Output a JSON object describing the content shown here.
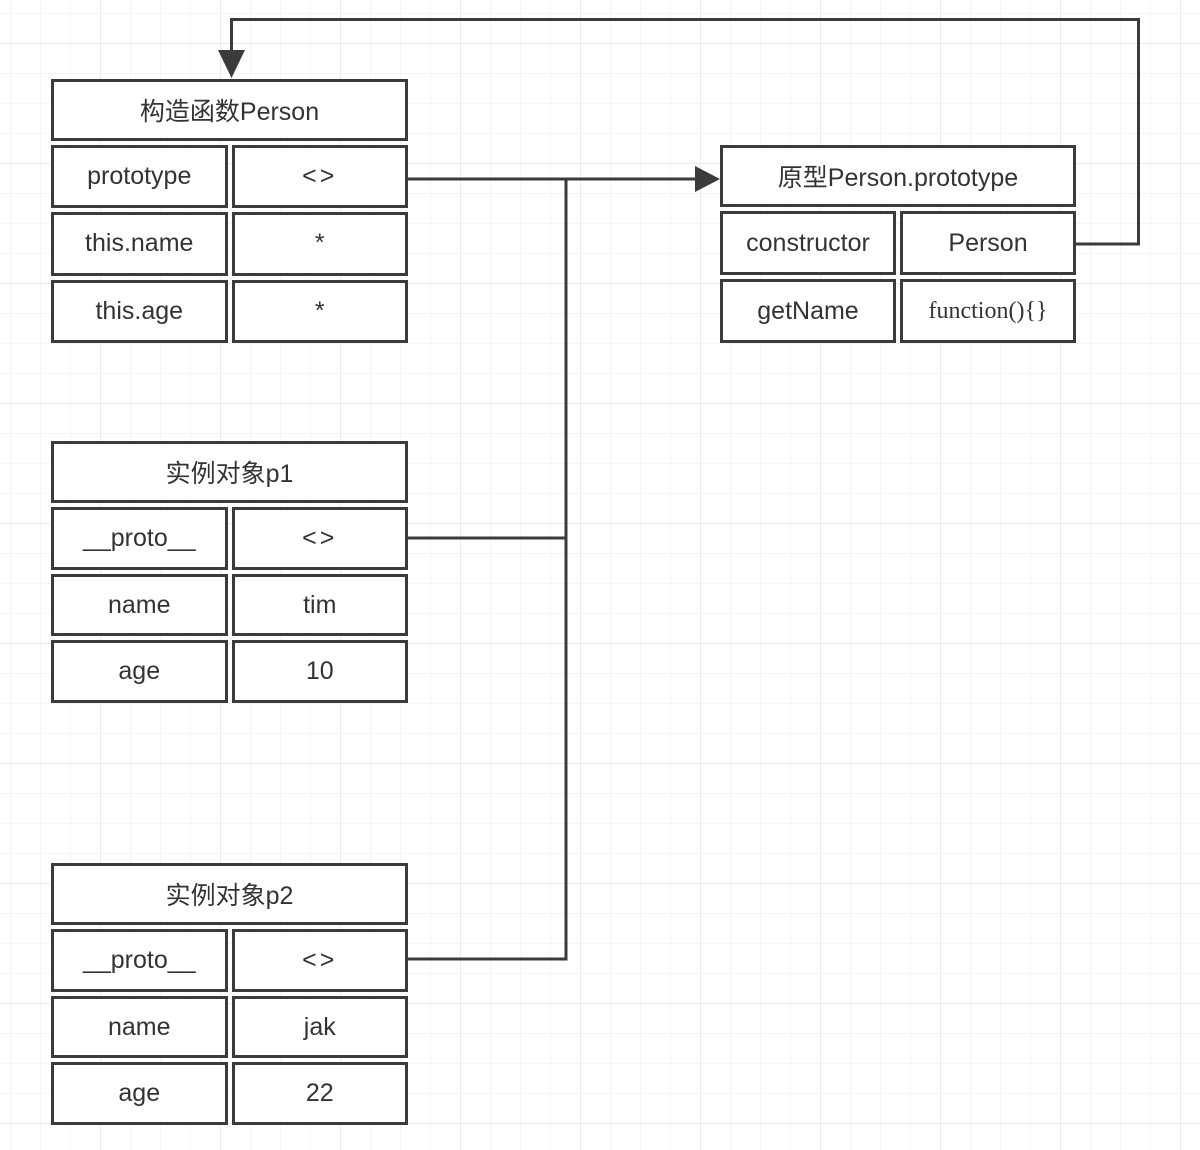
{
  "boxes": {
    "constructor_person": {
      "title": "构造函数Person",
      "rows": [
        {
          "label": "prototype",
          "value": "<>"
        },
        {
          "label": "this.name",
          "value": "*"
        },
        {
          "label": "this.age",
          "value": "*"
        }
      ]
    },
    "prototype_object": {
      "title": "原型Person.prototype",
      "rows": [
        {
          "label": "constructor",
          "value": "Person"
        },
        {
          "label": "getName",
          "value": "function(){}"
        }
      ]
    },
    "instance_p1": {
      "title": "实例对象p1",
      "rows": [
        {
          "label": "__proto__",
          "value": "<>"
        },
        {
          "label": "name",
          "value": "tim"
        },
        {
          "label": "age",
          "value": "10"
        }
      ]
    },
    "instance_p2": {
      "title": "实例对象p2",
      "rows": [
        {
          "label": "__proto__",
          "value": "<>"
        },
        {
          "label": "name",
          "value": "jak"
        },
        {
          "label": "age",
          "value": "22"
        }
      ]
    }
  },
  "colors": {
    "line": "#3b3b3b",
    "text": "#333333",
    "grid_minor": "#f5f5f5",
    "grid_major": "#ebebeb"
  }
}
